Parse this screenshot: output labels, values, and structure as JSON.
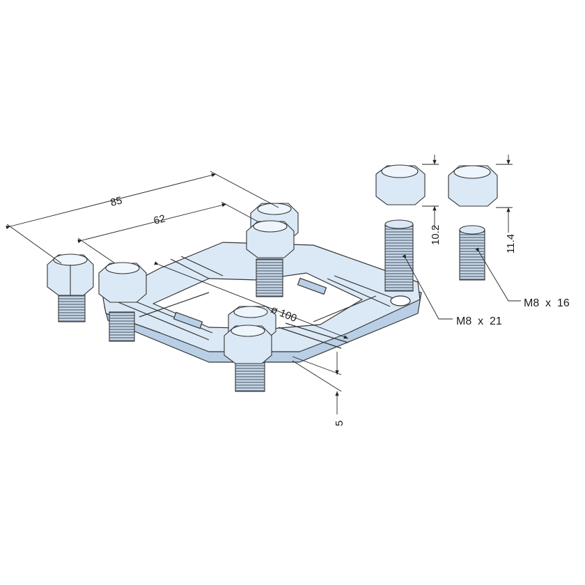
{
  "dimensions": {
    "overall_span": "85",
    "bolt_spacing": "62",
    "diameter": "ø 100",
    "plate_thickness": "5",
    "nut_height_a": "10.2",
    "nut_height_b": "11.4"
  },
  "callouts": {
    "long_bolt": "M8  x  21",
    "short_bolt": "M8  x  16"
  },
  "colors": {
    "part_fill": "#dbe9f6",
    "part_shade": "#b9cfe6",
    "outline": "#333333",
    "dim_line": "#222222"
  }
}
